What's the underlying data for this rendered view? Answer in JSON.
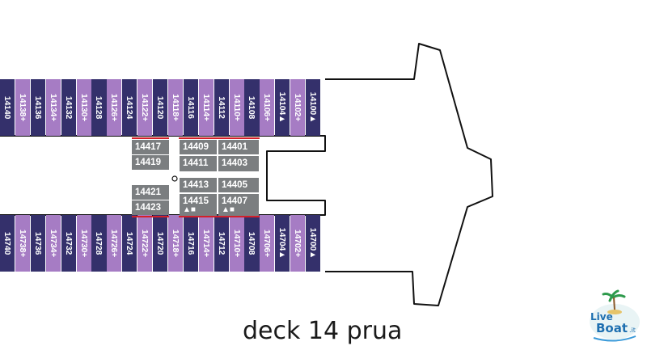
{
  "caption": "deck 14 prua",
  "logo": {
    "line1": "Live",
    "line2": "Boat",
    "suffix": ".it"
  },
  "colors": {
    "purple": "#a67cc4",
    "navy": "#34306b",
    "gray": "#7b7e80",
    "red": "#d3202a",
    "outline": "#111111"
  },
  "upper_row": [
    "14140",
    "14138+",
    "14136",
    "14134+",
    "14132",
    "14130+",
    "14128",
    "14126+",
    "14124",
    "14122+",
    "14120",
    "14118+",
    "14116",
    "14114+",
    "14112",
    "14110+",
    "14108",
    "14106+",
    "14104▲",
    "14102+",
    "14100▲"
  ],
  "lower_row": [
    "14740",
    "14738+",
    "14736",
    "14734+",
    "14732",
    "14730+",
    "14728",
    "14726+",
    "14724",
    "14722+",
    "14720",
    "14718+",
    "14716",
    "14714+",
    "14712",
    "14710+",
    "14708",
    "14706+",
    "14704▲",
    "14702+",
    "14700▲"
  ],
  "center_left": [
    "14417",
    "14419",
    "14421",
    "14423"
  ],
  "center_right": [
    {
      "number": "14409"
    },
    {
      "number": "14401"
    },
    {
      "number": "14411"
    },
    {
      "number": "14403"
    },
    {
      "number": "14413"
    },
    {
      "number": "14405"
    },
    {
      "number": "14415",
      "symbols": "▲■"
    },
    {
      "number": "14407",
      "symbols": "▲■"
    }
  ]
}
